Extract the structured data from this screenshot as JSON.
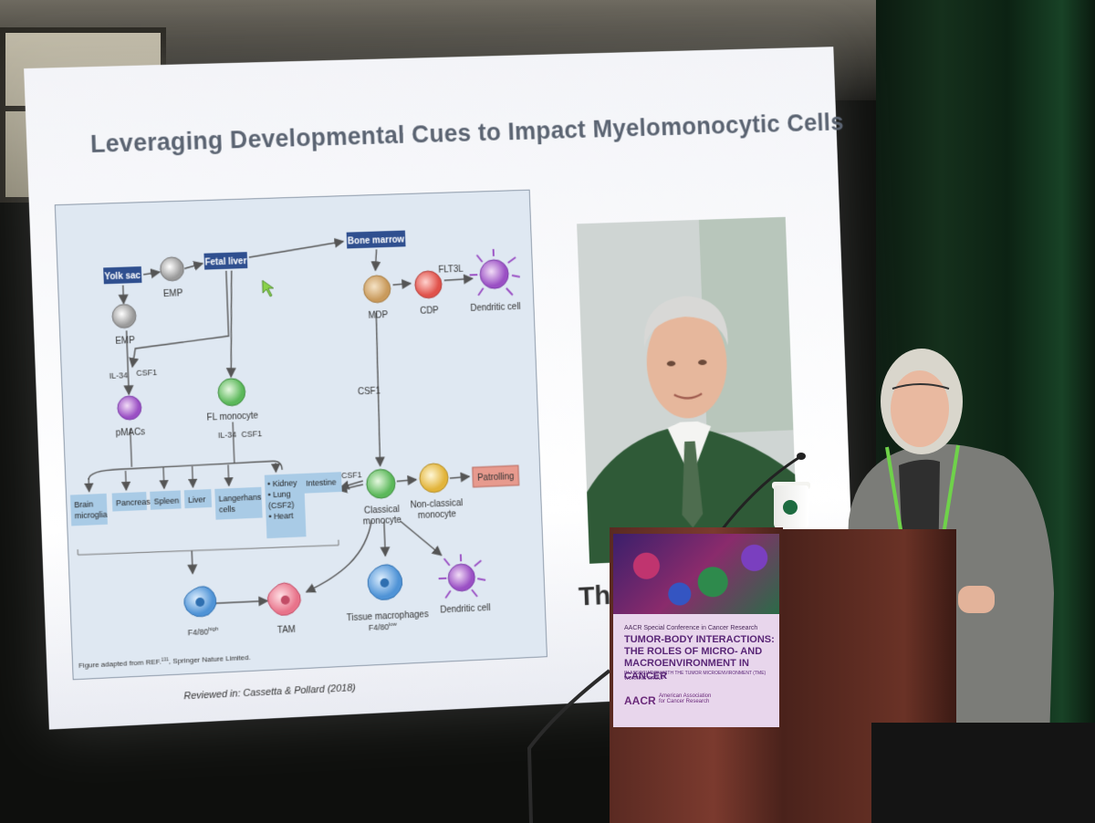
{
  "slide": {
    "title": "Leveraging Developmental Cues to Impact Myelomonocytic Cells",
    "citation": "Reviewed in: Cassetta & Pollard (2018)",
    "portrait_caption": "Th"
  },
  "diagram": {
    "source_boxes": {
      "yolk_sac": "Yolk sac",
      "fetal_liver": "Fetal liver",
      "bone_marrow": "Bone marrow"
    },
    "cells": {
      "emp_top": "EMP",
      "emp_left": "EMP",
      "mdp": "MDP",
      "cdp": "CDP",
      "dendritic_top": "Dendritic cell",
      "pmacs": "pMACs",
      "fl_monocyte": "FL monocyte",
      "classical": "Classical\nmonocyte",
      "nonclassical": "Non-classical\nmonocyte",
      "tam": "TAM",
      "tissue_macrophages": "Tissue macrophages",
      "dendritic_bottom": "Dendritic cell"
    },
    "labels": {
      "flt3l": "FLT3L",
      "il34_left": "IL-34",
      "csf1_left": "CSF1",
      "il34_mid": "IL-34",
      "csf1_mid": "CSF1",
      "csf1_marrow": "CSF1",
      "csf1_intestine": "CSF1",
      "f480_high": "F4/80",
      "f480_high_sup": "high",
      "f480_low": "F4/80",
      "f480_low_sup": "low"
    },
    "tissues": [
      "Brain\nmicroglia",
      "Pancreas",
      "Spleen",
      "Liver",
      "Langerhans\ncells",
      "• Kidney\n• Lung\n  (CSF2)\n• Heart",
      "Intestine"
    ],
    "patrolling": "Patrolling",
    "footnote": "Figure adapted from REF.",
    "footnote_ref": "131",
    "footnote_tail": ", Springer Nature Limited."
  },
  "podium_sign": {
    "subtitle": "AACR Special Conference in Cancer Research",
    "title": "TUMOR-BODY INTERACTIONS: THE ROLES OF MICRO- AND MACROENVIRONMENT IN CANCER",
    "note": "IN ASSOCIATION WITH THE TUMOR MICROENVIRONMENT (TME) WORKING GROUP",
    "logo": "AACR",
    "logo_sub": "American Association for Cancer Research"
  },
  "colors": {
    "screen": "#ffffff",
    "title_text": "#5b6472",
    "figure_bg": "#dfe8f2",
    "source_box": "#2f4f8f",
    "tissue_box": "#a9cbe6",
    "patrolling_box": "#e79a8e",
    "podium": "#6b3226",
    "curtain": "#15301c"
  }
}
